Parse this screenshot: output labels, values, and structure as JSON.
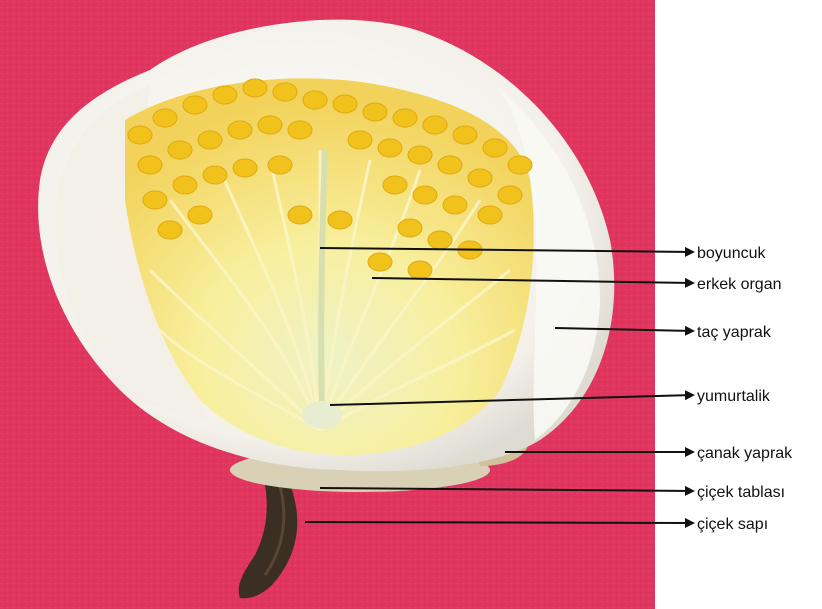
{
  "colors": {
    "background_photo": "#e0375f",
    "page": "#ffffff",
    "petal": "#f7f5ef",
    "anther": "#f2c21c",
    "filament": "#f6eda0",
    "stem": "#3b2e22",
    "arrow": "#111111"
  },
  "labels": [
    {
      "id": "boyuncuk",
      "text": "boyuncuk"
    },
    {
      "id": "erkek-organ",
      "text": "erkek organ"
    },
    {
      "id": "tac-yaprak",
      "text": "taç yaprak"
    },
    {
      "id": "yumurtalik",
      "text": "yumurtalik"
    },
    {
      "id": "canak-yaprak",
      "text": "çanak yaprak"
    },
    {
      "id": "cicek-tablasi",
      "text": "çiçek tablası"
    },
    {
      "id": "cicek-sapi",
      "text": "çiçek sapı"
    }
  ]
}
